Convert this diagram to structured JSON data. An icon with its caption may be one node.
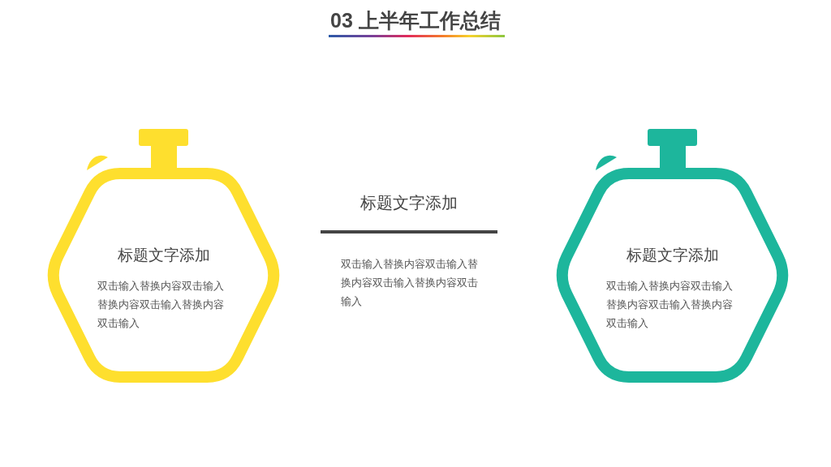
{
  "diagram": {
    "title": "03 上半年工作总结",
    "nodes": [
      {
        "text": [
          "标题文字添加",
          "双击输入替换内容双击输入替换内容双击输入替换内容双击输入"
        ]
      },
      {
        "text": [
          "标题文字添加",
          "双击输入替换内容双击输入替换内容双击输入替换内容双击输入"
        ]
      }
    ],
    "labels": [
      "标题文字添加",
      "双击输入替换内容双击输入替换内容双击输入替换内容双击输入"
    ]
  }
}
